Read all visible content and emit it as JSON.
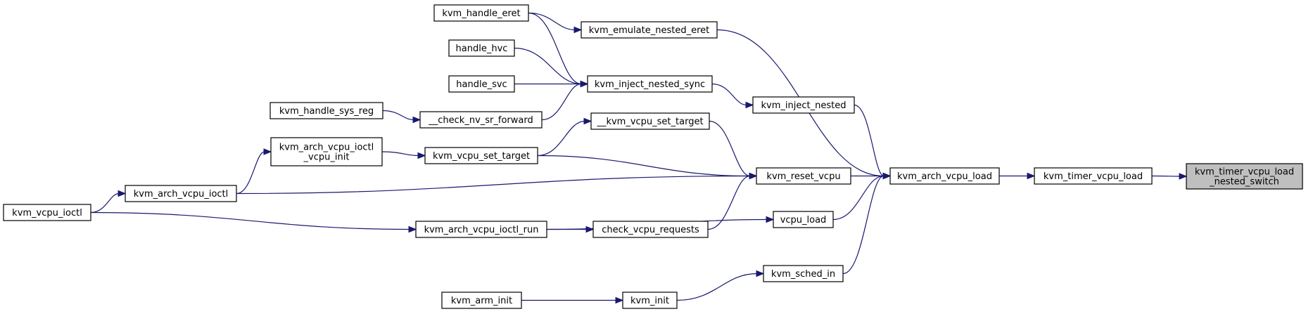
{
  "nodes": {
    "kvm_vcpu_ioctl": [
      "kvm_vcpu_ioctl"
    ],
    "kvm_arch_vcpu_ioctl": [
      "kvm_arch_vcpu_ioctl"
    ],
    "kvm_arch_vcpu_ioctl_vcpu_init": [
      "kvm_arch_vcpu_ioctl",
      "_vcpu_init"
    ],
    "kvm_handle_sys_reg": [
      "kvm_handle_sys_reg"
    ],
    "kvm_handle_eret": [
      "kvm_handle_eret"
    ],
    "handle_hvc": [
      "handle_hvc"
    ],
    "handle_svc": [
      "handle_svc"
    ],
    "check_nv_sr_forward": [
      "__check_nv_sr_forward"
    ],
    "kvm_vcpu_set_target": [
      "kvm_vcpu_set_target"
    ],
    "kvm_arch_vcpu_ioctl_run": [
      "kvm_arch_vcpu_ioctl_run"
    ],
    "kvm_arm_init": [
      "kvm_arm_init"
    ],
    "kvm_emulate_nested_eret": [
      "kvm_emulate_nested_eret"
    ],
    "kvm_inject_nested_sync": [
      "kvm_inject_nested_sync"
    ],
    "kvm_vcpu_set_target_internal": [
      "__kvm_vcpu_set_target"
    ],
    "check_vcpu_requests": [
      "check_vcpu_requests"
    ],
    "kvm_init": [
      "kvm_init"
    ],
    "kvm_inject_nested": [
      "kvm_inject_nested"
    ],
    "kvm_reset_vcpu": [
      "kvm_reset_vcpu"
    ],
    "vcpu_load": [
      "vcpu_load"
    ],
    "kvm_sched_in": [
      "kvm_sched_in"
    ],
    "kvm_arch_vcpu_load": [
      "kvm_arch_vcpu_load"
    ],
    "kvm_timer_vcpu_load": [
      "kvm_timer_vcpu_load"
    ],
    "kvm_timer_vcpu_load_nested_switch": [
      "kvm_timer_vcpu_load",
      "_nested_switch"
    ]
  },
  "highlighted_node": "kvm_timer_vcpu_load_nested_switch",
  "edges": [
    [
      "kvm_vcpu_ioctl",
      "kvm_arch_vcpu_ioctl"
    ],
    [
      "kvm_vcpu_ioctl",
      "kvm_arch_vcpu_ioctl_run"
    ],
    [
      "kvm_arch_vcpu_ioctl",
      "kvm_arch_vcpu_ioctl_vcpu_init"
    ],
    [
      "kvm_arch_vcpu_ioctl",
      "kvm_reset_vcpu"
    ],
    [
      "kvm_arch_vcpu_ioctl_vcpu_init",
      "kvm_vcpu_set_target"
    ],
    [
      "kvm_vcpu_set_target",
      "kvm_vcpu_set_target_internal"
    ],
    [
      "kvm_vcpu_set_target",
      "kvm_reset_vcpu"
    ],
    [
      "kvm_handle_sys_reg",
      "check_nv_sr_forward"
    ],
    [
      "check_nv_sr_forward",
      "kvm_inject_nested_sync"
    ],
    [
      "kvm_handle_eret",
      "kvm_emulate_nested_eret"
    ],
    [
      "kvm_handle_eret",
      "kvm_inject_nested_sync"
    ],
    [
      "handle_hvc",
      "kvm_inject_nested_sync"
    ],
    [
      "handle_svc",
      "kvm_inject_nested_sync"
    ],
    [
      "kvm_inject_nested_sync",
      "kvm_inject_nested"
    ],
    [
      "kvm_emulate_nested_eret",
      "kvm_arch_vcpu_load"
    ],
    [
      "kvm_inject_nested",
      "kvm_arch_vcpu_load"
    ],
    [
      "kvm_vcpu_set_target_internal",
      "kvm_reset_vcpu"
    ],
    [
      "kvm_arch_vcpu_ioctl_run",
      "check_vcpu_requests"
    ],
    [
      "kvm_arch_vcpu_ioctl_run",
      "vcpu_load"
    ],
    [
      "check_vcpu_requests",
      "kvm_reset_vcpu"
    ],
    [
      "kvm_reset_vcpu",
      "kvm_arch_vcpu_load"
    ],
    [
      "vcpu_load",
      "kvm_arch_vcpu_load"
    ],
    [
      "kvm_arm_init",
      "kvm_init"
    ],
    [
      "kvm_init",
      "kvm_sched_in"
    ],
    [
      "kvm_sched_in",
      "kvm_arch_vcpu_load"
    ],
    [
      "kvm_arch_vcpu_load",
      "kvm_timer_vcpu_load"
    ],
    [
      "kvm_timer_vcpu_load",
      "kvm_timer_vcpu_load_nested_switch"
    ]
  ],
  "colors": {
    "edge": "#191970",
    "node_border": "#000000",
    "node_fill": "#ffffff",
    "highlight_fill": "#bfbfbf",
    "text": "#000000"
  }
}
